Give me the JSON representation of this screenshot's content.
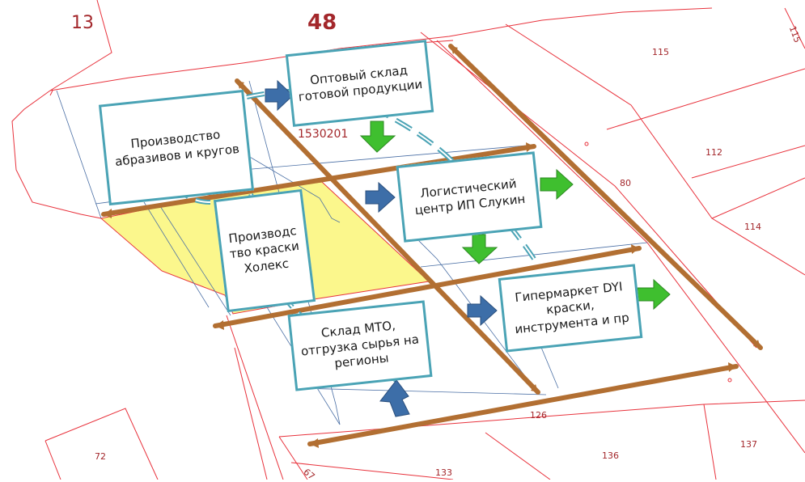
{
  "map": {
    "parcel_labels": {
      "p13": "13",
      "p48": "48",
      "p115": "115",
      "p115b": "115",
      "p112": "112",
      "p80": "80",
      "p114": "114",
      "p126": "126",
      "p72": "72",
      "p67": "67",
      "p133": "133",
      "p136": "136",
      "p137": "137",
      "cadastral": "1530201"
    },
    "facilities": {
      "abrasives": "Производство\nабразивов и кругов",
      "warehouse": "Оптовый склад\nготовой продукции",
      "logistics": "Логистический\nцентр ИП Слукин",
      "paint": "Производс\nтво краски\nХолекс",
      "mto": "Склад МТО,\nотгрузка сырья на\nрегионы",
      "hypermarket": "Гипермаркет DYI\nкраски,\nинструмента и пр"
    },
    "colors": {
      "road": "#b26f32",
      "boundary": "#e8323c",
      "highlight_fill": "#fbf78c",
      "box_border": "#4aa3b5",
      "arrow_blue": "#3d6ea8",
      "arrow_green": "#3fbf2f"
    }
  }
}
